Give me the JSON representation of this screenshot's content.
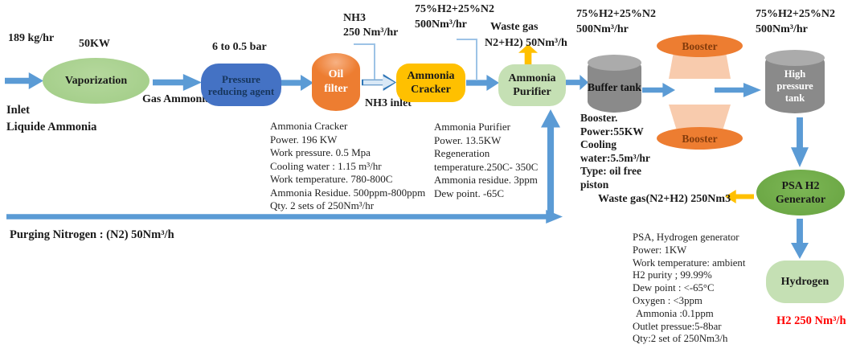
{
  "diagram": {
    "labels": {
      "inlet_rate": "189 kg/hr",
      "vap_power": "50KW",
      "inlet_line1": "Inlet",
      "inlet_line2": "Liquide Ammonia",
      "gas_ammonia": "Gas Ammonia",
      "pressure_range": "6 to 0.5 bar",
      "nh3_line1": "NH3",
      "nh3_line2": "250 Nm³/hr",
      "nh3_inlet": "NH3 inlet",
      "mix1_line1": "75%H2+25%N2",
      "mix1_line2": "500Nm³/hr",
      "waste1_line1": "Waste gas",
      "waste1_line2": "N2+H2) 50Nm³/h",
      "mix2_line1": "75%H2+25%N2",
      "mix2_line2": "500Nm³/hr",
      "mix3_line1": "75%H2+25%N2",
      "mix3_line2": "500Nm³/hr",
      "waste_psa": "Waste gas(N2+H2) 250Nm3",
      "purging_nitrogen": "Purging Nitrogen : (N2) 50Nm³/h",
      "h2_output": "H2 250 Nm³/h"
    },
    "nodes": {
      "vaporization": "Vaporization",
      "pressure_reducing": "Pressure reducing agent",
      "oil_filter": "Oil filter",
      "ammonia_cracker": "Ammonia Cracker",
      "ammonia_purifier": "Ammonia Purifier",
      "buffer_tank": "Buffer tank",
      "booster_top": "Booster",
      "booster_bottom": "Booster",
      "high_pressure_tank": "High pressure tank",
      "psa_generator": "PSA H2 Generator",
      "hydrogen": "Hydrogen"
    },
    "details": {
      "cracker": {
        "lines": [
          "Ammonia Cracker",
          "Power. 196 KW",
          "Work pressure. 0.5 Mpa",
          "Cooling water : 1.15 m³/hr",
          "Work temperature. 780-800C",
          "Ammonia Residue. 500ppm-800ppm",
          "Qty. 2 sets of 250Nm³/hr"
        ]
      },
      "purifier": {
        "lines": [
          "Ammonia Purifier",
          "Power. 13.5KW",
          "Regeneration",
          "temperature.250C- 350C",
          "Ammonia residue. 3ppm",
          "Dew point. -65C"
        ]
      },
      "booster": {
        "lines": [
          "Booster.",
          "Power:55KW",
          "Cooling",
          "water:5.5m³/hr",
          "Type: oil free",
          "piston"
        ]
      },
      "psa": {
        "lines": [
          "PSA, Hydrogen generator",
          "Power: 1KW",
          "Work temperature: ambient",
          "H2 purity ;  99.99%",
          "Dew point :  <-65°C",
          "Oxygen :  <3ppm",
          "Ammonia :0.1ppm",
          "Outlet pressue:5-8bar",
          "Qty:2 set of 250Nm3/h"
        ]
      }
    },
    "colors": {
      "flow_arrow": "#5b9bd5",
      "waste_arrow": "#ffc000",
      "vaporizer": "#a9d18e",
      "pressure_node": "#4472c4",
      "oil_filter": "#ed7d31",
      "cracker": "#ffc000",
      "purifier": "#c5e0b4",
      "tank": "#8c8c8c",
      "booster": "#ed7d31",
      "booster_funnel": "#f8cbad",
      "psa": "#70ad47",
      "hydrogen": "#c5e0b4",
      "h2_text": "#ff0000"
    }
  }
}
